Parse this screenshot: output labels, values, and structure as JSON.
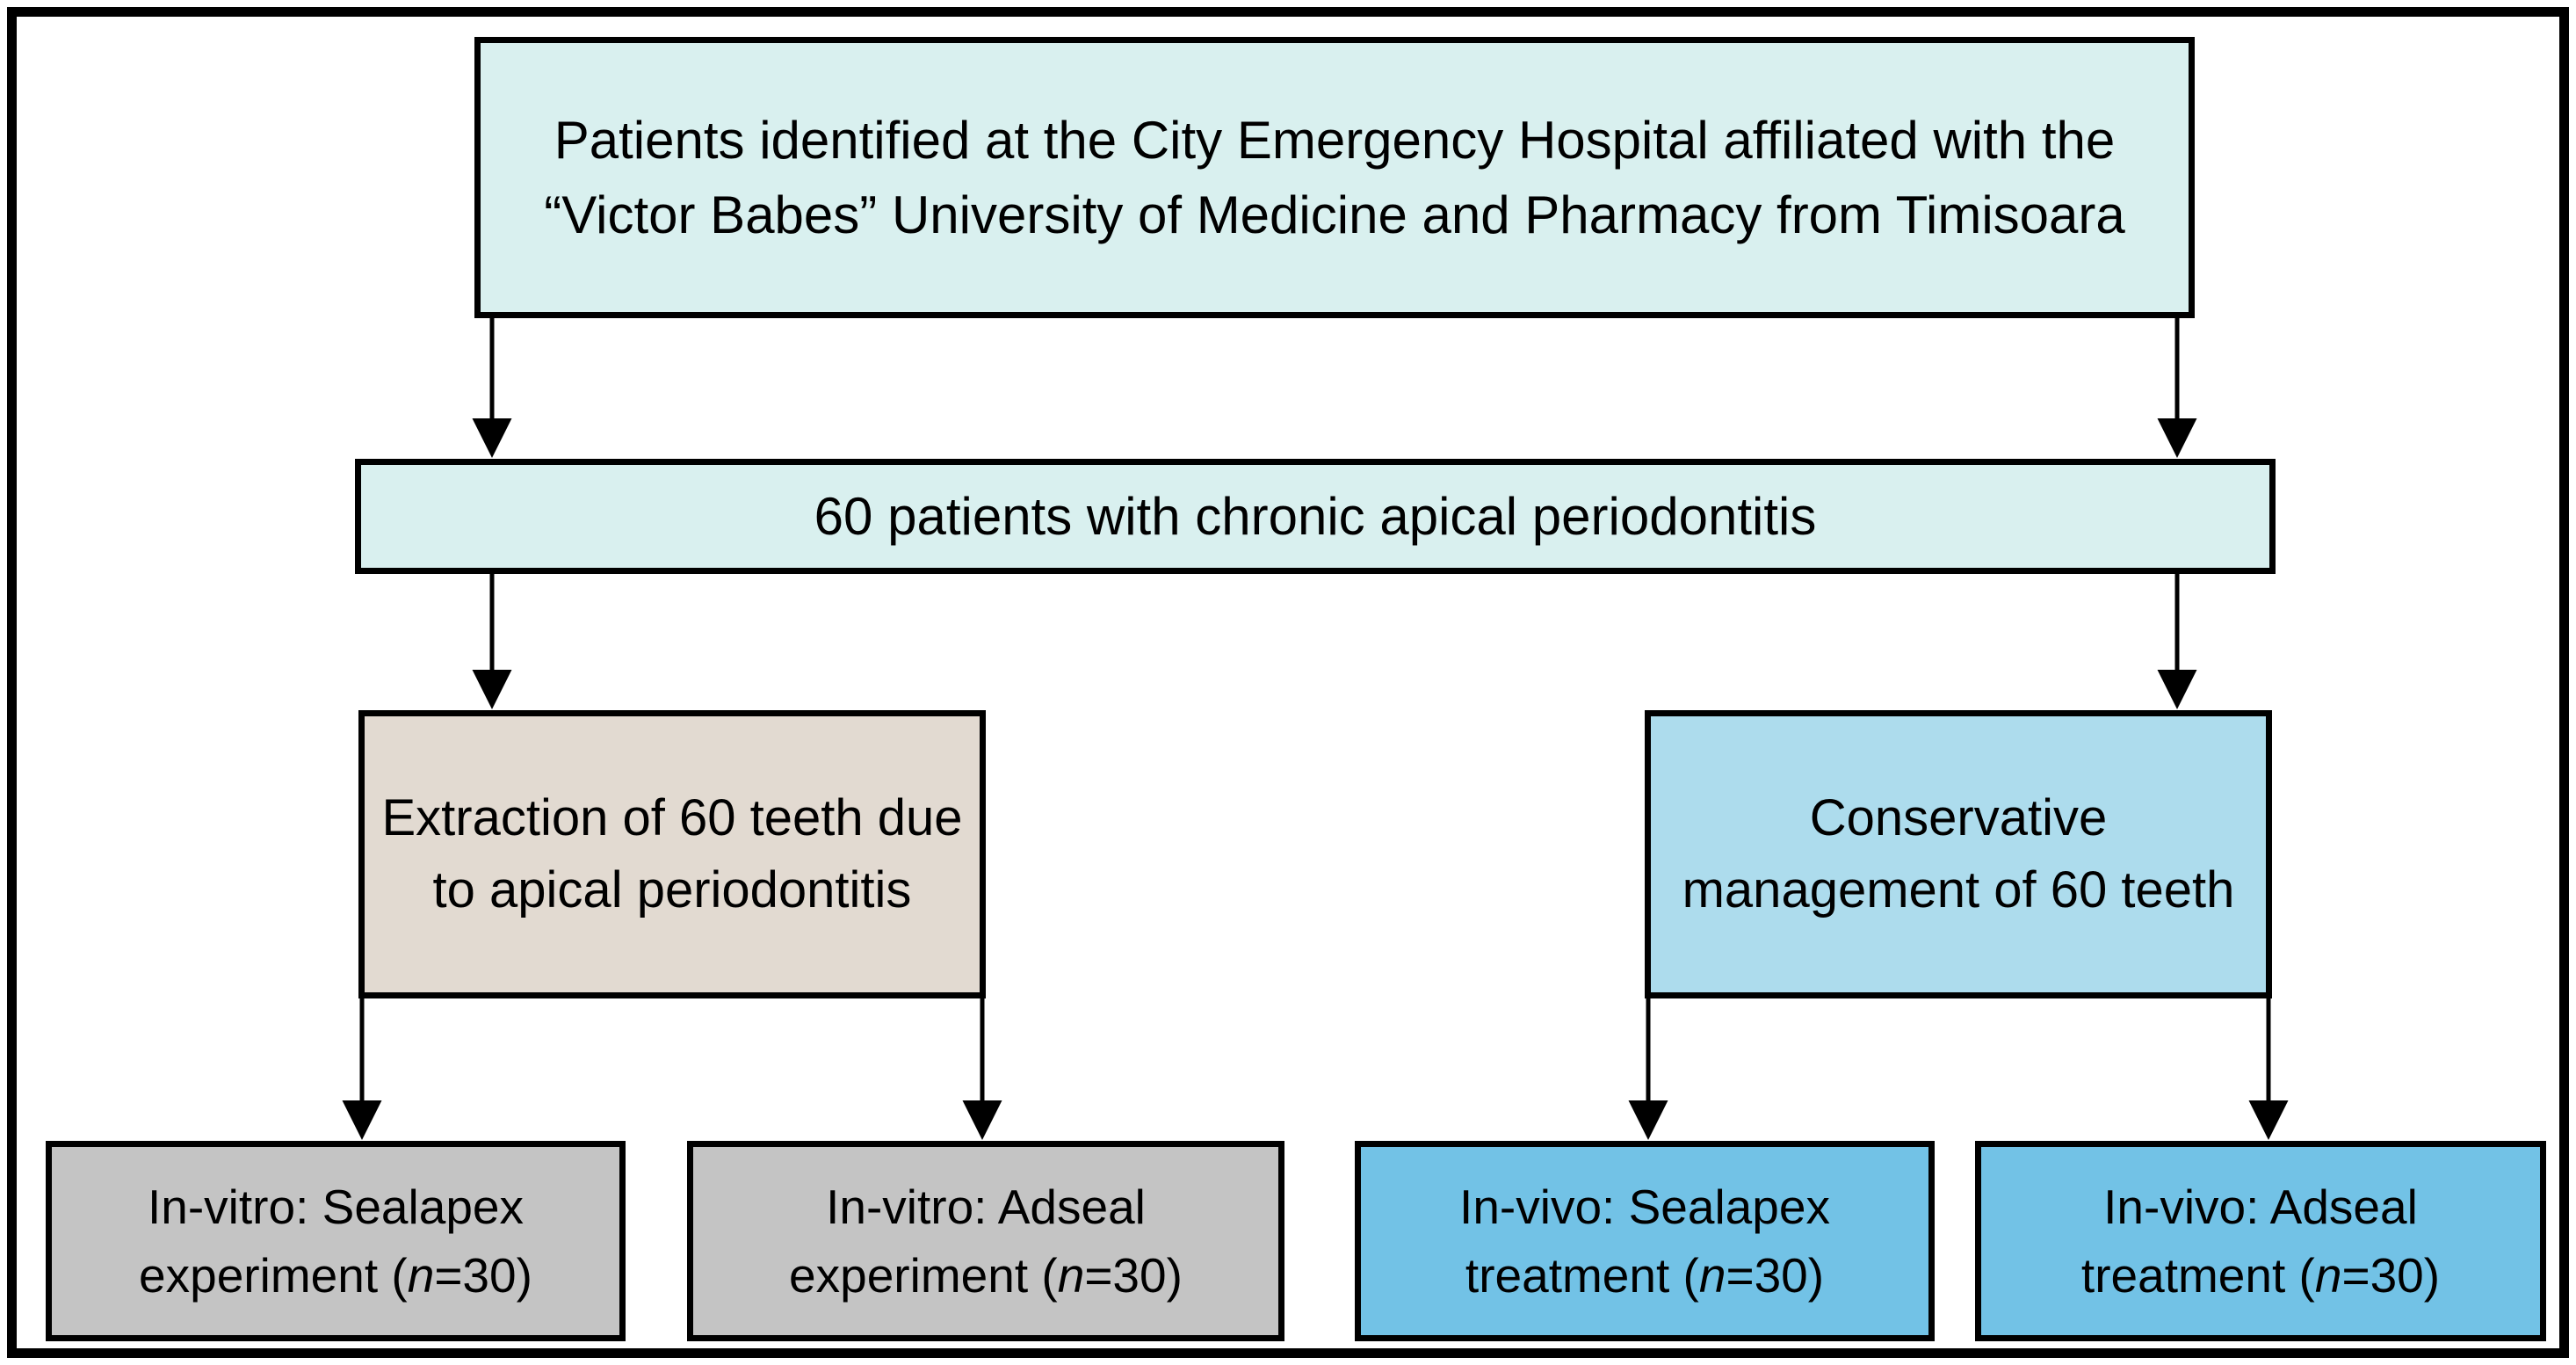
{
  "figure": {
    "type": "flowchart",
    "orientation": "top-down",
    "frame_color": "#000000",
    "background": "#ffffff"
  },
  "nodes": {
    "source": {
      "text": "Patients identified at the City Emergency Hospital affiliated with the “Victor Babes” University of Medicine and Pharmacy from Timisoara",
      "fill": "#d9f0ef",
      "level": 1
    },
    "cohort": {
      "text": "60 patients with chronic apical periodontitis",
      "fill": "#d9f0ef",
      "level": 2
    },
    "extraction": {
      "text": "Extraction of 60 teeth due to apical periodontitis",
      "fill": "#e2dad1",
      "level": 3
    },
    "conservative": {
      "text": "Conservative management of 60 teeth",
      "fill": "#addced",
      "level": 3
    },
    "invitro_sealapex": {
      "text_before": "In-vitro: Sealapex experiment (",
      "text_italic": "n",
      "text_after": "=30)",
      "fill": "#c4c4c4",
      "level": 4,
      "n": 30
    },
    "invitro_adseal": {
      "text_before": "In-vitro: Adseal experiment (",
      "text_italic": "n",
      "text_after": "=30)",
      "fill": "#c4c4c4",
      "level": 4,
      "n": 30
    },
    "invivo_sealapex": {
      "text_before": "In-vivo: Sealapex treatment (",
      "text_italic": "n",
      "text_after": "=30)",
      "fill": "#72c2e6",
      "level": 4,
      "n": 30
    },
    "invivo_adseal": {
      "text_before": "In-vivo: Adseal treatment (",
      "text_italic": "n",
      "text_after": "=30)",
      "fill": "#72c2e6",
      "level": 4,
      "n": 30
    }
  },
  "edges": [
    {
      "from": "source",
      "to": "cohort",
      "side": "left"
    },
    {
      "from": "source",
      "to": "cohort",
      "side": "right"
    },
    {
      "from": "cohort",
      "to": "extraction",
      "side": "left"
    },
    {
      "from": "cohort",
      "to": "conservative",
      "side": "right"
    },
    {
      "from": "extraction",
      "to": "invitro_sealapex",
      "side": "left"
    },
    {
      "from": "extraction",
      "to": "invitro_adseal",
      "side": "right"
    },
    {
      "from": "conservative",
      "to": "invivo_sealapex",
      "side": "left"
    },
    {
      "from": "conservative",
      "to": "invivo_adseal",
      "side": "right"
    }
  ]
}
